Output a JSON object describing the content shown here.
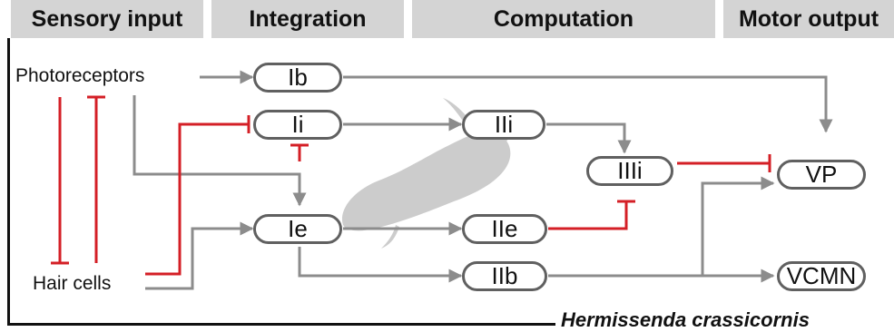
{
  "headers": {
    "sensory_input": "Sensory input",
    "integration": "Integration",
    "computation": "Computation",
    "motor_output": "Motor output"
  },
  "inputs": {
    "photoreceptors": "Photoreceptors",
    "hair_cells": "Hair cells"
  },
  "nodes": {
    "ib": "Ib",
    "ii": "Ii",
    "ie": "Ie",
    "iii_comp": "IIi",
    "iie": "IIe",
    "iib": "IIb",
    "iiii": "IIIi",
    "vp": "VP",
    "vcmn": "VCMN"
  },
  "species": "Hermissenda crassicornis",
  "colors": {
    "excitatory": "#8c8c8c",
    "inhibitory": "#d41f26",
    "header_bg": "#d4d4d4",
    "node_border": "#606060",
    "silhouette": "#cccccc"
  }
}
